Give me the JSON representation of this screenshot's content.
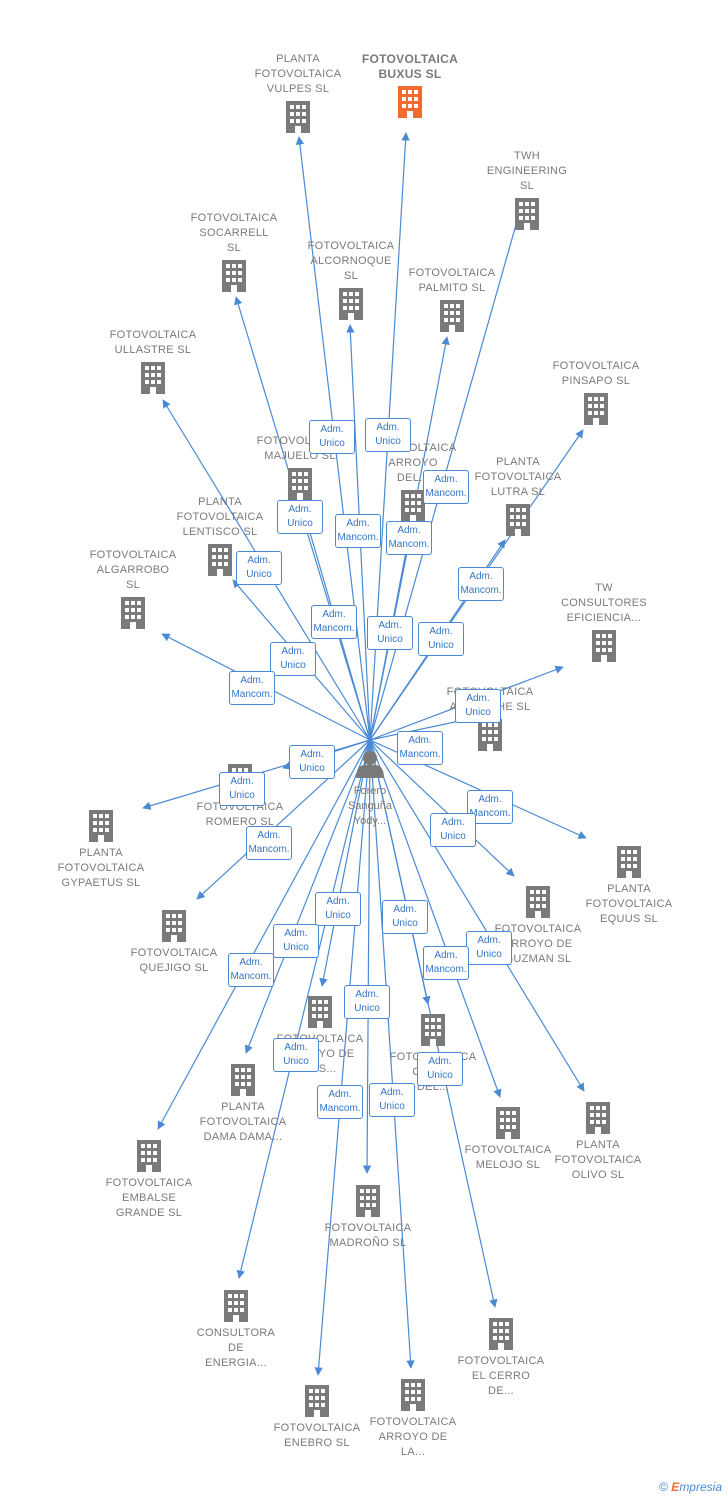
{
  "center": {
    "label": "Forero\nSanguña\nYody...",
    "icon": "person-icon"
  },
  "colors": {
    "edge": "#4a8ad4",
    "building": "#7a7a7a",
    "highlight": "#f26a30",
    "person": "#7a7a7a"
  },
  "companies": [
    {
      "id": "buxus",
      "label": "FOTOVOLTAICA\nBUXUS  SL",
      "highlight": true
    },
    {
      "id": "vulpes",
      "label": "PLANTA\nFOTOVOLTAICA\nVULPES  SL"
    },
    {
      "id": "twh",
      "label": "TWH\nENGINEERING\nSL"
    },
    {
      "id": "socarrell",
      "label": "FOTOVOLTAICA\nSOCARRELL\nSL"
    },
    {
      "id": "alcornoque",
      "label": "FOTOVOLTAICA\nALCORNOQUE\nSL"
    },
    {
      "id": "palmito",
      "label": "FOTOVOLTAICA\nPALMITO  SL"
    },
    {
      "id": "ullastre",
      "label": "FOTOVOLTAICA\nULLASTRE  SL"
    },
    {
      "id": "pinsapo",
      "label": "FOTOVOLTAICA\nPINSAPO  SL"
    },
    {
      "id": "majuelo",
      "label": "FOTOVOLTAICA\nMAJUELO  SL"
    },
    {
      "id": "arroyodel",
      "label": "FOTOVOLTAICA\nARROYO\nDEL..."
    },
    {
      "id": "lutra",
      "label": "PLANTA\nFOTOVOLTAICA\nLUTRA  SL"
    },
    {
      "id": "lentisco",
      "label": "PLANTA\nFOTOVOLTAICA\nLENTISCO  SL"
    },
    {
      "id": "algarrobo",
      "label": "FOTOVOLTAICA\nALGARROBO\nSL"
    },
    {
      "id": "tw",
      "label": "TW\nCONSULTORES\nEFICIENCIA..."
    },
    {
      "id": "acebuchesl",
      "label": "FOTOVOLTAICA\nACEBUCHE  SL"
    },
    {
      "id": "romero",
      "label": "FOTOVOLTAICA\nROMERO  SL"
    },
    {
      "id": "gypaetus",
      "label": "PLANTA\nFOTOVOLTAICA\nGYPAETUS  SL"
    },
    {
      "id": "equus",
      "label": "PLANTA\nFOTOVOLTAICA\nEQUUS  SL"
    },
    {
      "id": "guzman",
      "label": "FOTOVOLTAICA\nARROYO DE\nGUZMAN  SL"
    },
    {
      "id": "quejigo",
      "label": "FOTOVOLTAICA\nQUEJIGO  SL"
    },
    {
      "id": "arroyolos",
      "label": "FOTOVOLTAICA\nARROYO DE\nLOS..."
    },
    {
      "id": "cerrodel",
      "label": "FOTOVOLTAICA\nCERRO\nDEL..."
    },
    {
      "id": "damadama",
      "label": "PLANTA\nFOTOVOLTAICA\nDAMA DAMA..."
    },
    {
      "id": "melojo",
      "label": "FOTOVOLTAICA\nMELOJO  SL"
    },
    {
      "id": "olivo",
      "label": "PLANTA\nFOTOVOLTAICA\nOLIVO  SL"
    },
    {
      "id": "embalse",
      "label": "FOTOVOLTAICA\nEMBALSE\nGRANDE  SL"
    },
    {
      "id": "madrono",
      "label": "FOTOVOLTAICA\nMADROÑO  SL"
    },
    {
      "id": "consultora",
      "label": "CONSULTORA\nDE\nENERGIA..."
    },
    {
      "id": "elcerro",
      "label": "FOTOVOLTAICA\nEL CERRO\nDE..."
    },
    {
      "id": "enebro",
      "label": "FOTOVOLTAICA\nENEBRO  SL"
    },
    {
      "id": "arroyola",
      "label": "FOTOVOLTAICA\nARROYO DE\nLA..."
    }
  ],
  "edge_labels": [
    "Adm.\nUnico",
    "Adm.\nUnico",
    "Adm.\nMancom.",
    "Adm.\nUnico",
    "Adm.\nMancom.",
    "Adm.\nMancom.",
    "Adm.\nUnico",
    "Adm.\nMancom.",
    "Adm.\nMancom.",
    "Adm.\nUnico",
    "Adm.\nUnico",
    "Adm.\nUnico",
    "Adm.\nMancom.",
    "Adm.\nUnico",
    "Adm.\nMancom.",
    "Adm.\nUnico",
    "Adm.\nUnico",
    "Adm.\nMancom.",
    "Adm.\nMancom.",
    "Adm.\nUnico",
    "Adm.\nUnico",
    "Adm.\nUnico",
    "Adm.\nUnico",
    "Adm.\nMancom.",
    "Adm.\nUnico",
    "Adm.\nMancom.",
    "Adm.\nUnico",
    "Adm.\nUnico",
    "Adm.\nUnico",
    "Adm.\nMancom.",
    "Adm.\nUnico"
  ],
  "copyright": {
    "symbol": "©",
    "brand_first": "E",
    "brand_rest": "mpresia"
  }
}
